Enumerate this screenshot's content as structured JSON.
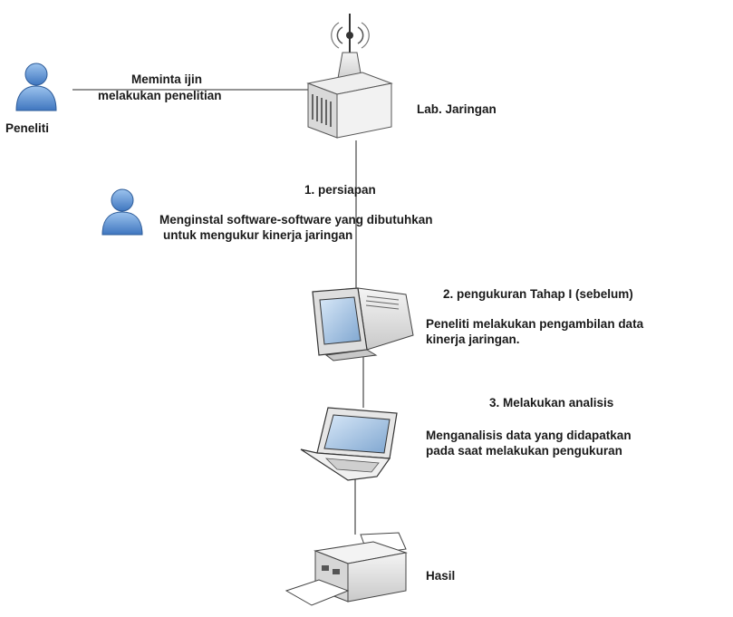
{
  "diagram": {
    "actors": {
      "researcher": "Peneliti"
    },
    "labels": {
      "request_line1": "Meminta ijin",
      "request_line2": "melakukan penelitian",
      "lab": "Lab. Jaringan",
      "step1_title": "1. persiapan",
      "step1_desc_line1": "Menginstal software-software yang dibutuhkan",
      "step1_desc_line2": "untuk mengukur kinerja jaringan",
      "step2_title": "2. pengukuran Tahap I (sebelum)",
      "step2_desc_line1": "Peneliti melakukan pengambilan data",
      "step2_desc_line2": "kinerja jaringan.",
      "step3_title": "3. Melakukan analisis",
      "step3_desc_line1": "Menganalisis data yang didapatkan",
      "step3_desc_line2": "pada saat melakukan pengukuran",
      "result": "Hasil"
    },
    "icons": {
      "server": "server-antenna-icon",
      "person": "person-icon",
      "monitor": "crt-monitor-icon",
      "laptop": "laptop-icon",
      "printer": "printer-icon"
    },
    "colors": {
      "person_fill": "#5b8fd0",
      "line": "#555555"
    }
  }
}
